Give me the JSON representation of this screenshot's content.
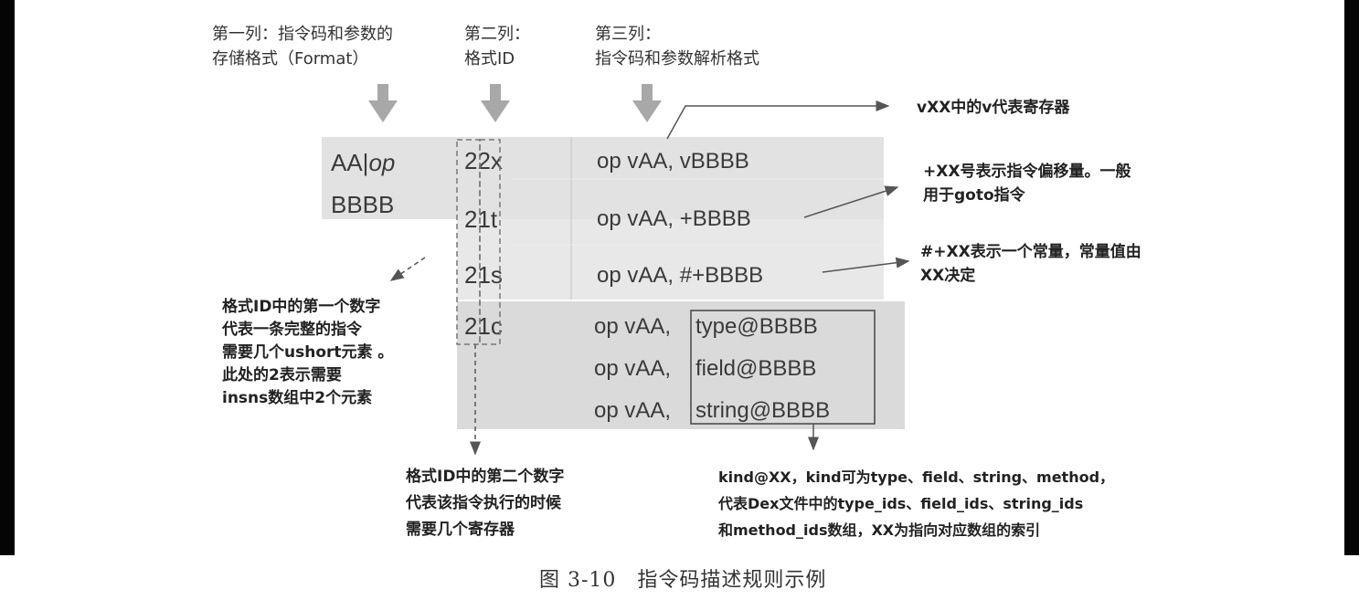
{
  "headers": {
    "col1_line1": "第一列：指令码和参数的",
    "col1_line2": "存储格式（Format）",
    "col2_line1": "第二列：",
    "col2_line2": "格式ID",
    "col3_line1": "第三列：",
    "col3_line2": "指令码和参数解析格式"
  },
  "format": {
    "line1_a": "AA|",
    "line1_b": "op",
    "line2": "BBBB"
  },
  "rows": [
    {
      "id": "22x",
      "syntax": "op vAA, vBBBB"
    },
    {
      "id": "21t",
      "syntax": "op vAA, +BBBB"
    },
    {
      "id": "21s",
      "syntax": "op vAA, #+BBBB"
    },
    {
      "id": "21c",
      "syntax": ""
    }
  ],
  "kind_rows": [
    {
      "prefix": "op vAA,",
      "ref": "type@BBBB"
    },
    {
      "prefix": "op vAA,",
      "ref": "field@BBBB"
    },
    {
      "prefix": "op vAA,",
      "ref": "string@BBBB"
    }
  ],
  "notes": {
    "register": "vXX中的v代表寄存器",
    "offset_l1": "+XX号表示指令偏移量。一般",
    "offset_l2": "用于goto指令",
    "const_l1": "#+XX表示一个常量，常量值由",
    "const_l2": "XX决定",
    "first_digit": [
      "格式ID中的第一个数字",
      "代表一条完整的指令",
      "需要几个ushort元素 。",
      "此处的2表示需要",
      "insns数组中2个元素"
    ],
    "second_digit": [
      "格式ID中的第二个数字",
      "代表该指令执行的时候",
      "需要几个寄存器"
    ],
    "kind": [
      "kind@XX，kind可为type、field、string、method，",
      "代表Dex文件中的type_ids、field_ids、string_ids",
      "和method_ids数组，XX为指向对应数组的索引"
    ]
  },
  "caption": "图 3-10　指令码描述规则示例",
  "colors": {
    "arrow_gray": "#a8a8a8",
    "table_bg": "#dcdcdc",
    "line": "#555555"
  }
}
